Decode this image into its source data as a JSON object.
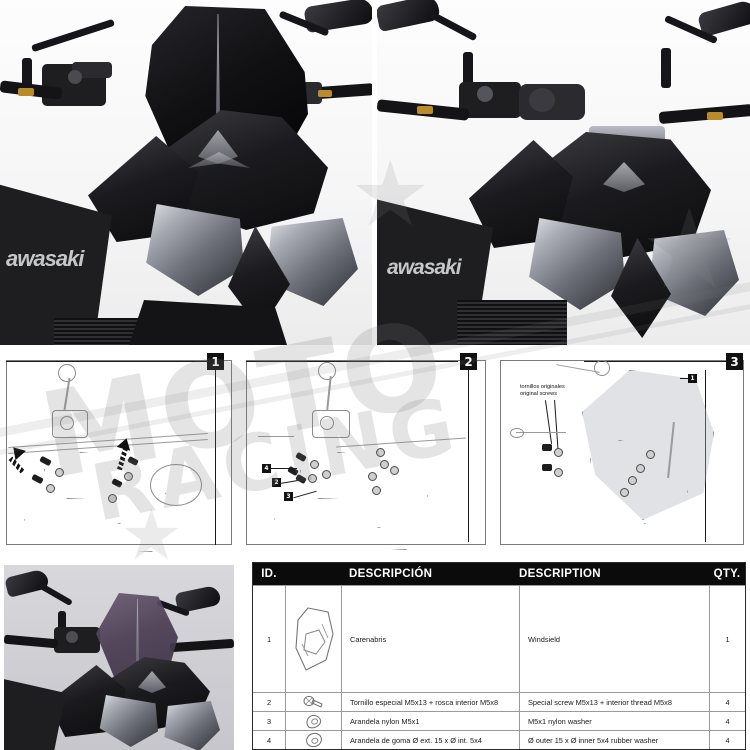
{
  "document": {
    "type": "motorcycle-accessory-installation-sheet",
    "watermark": {
      "line1": "MOTO",
      "line2": "RACING",
      "star_glyph": "★"
    }
  },
  "photos": [
    {
      "name": "front-view-with-windscreen",
      "position": "top-left",
      "brand_text": "awasaki",
      "alt": "Kawasaki Z800 front with black sport windscreen fitted"
    },
    {
      "name": "front-view-without-windscreen",
      "position": "top-right",
      "brand_text": "awasaki",
      "alt": "Kawasaki Z800 front in stock condition without windscreen"
    },
    {
      "name": "front-view-tinted-windscreen",
      "position": "bottom-left",
      "brand_text": "",
      "alt": "Kawasaki Z800 front with smoke tinted windscreen fitted"
    }
  ],
  "steps": [
    {
      "badge": "1",
      "name": "step-1-remove-original-screws",
      "callouts": [],
      "labels": []
    },
    {
      "badge": "2",
      "name": "step-2-fit-hardware",
      "callouts": [
        "4",
        "2",
        "3"
      ],
      "labels": []
    },
    {
      "badge": "3",
      "name": "step-3-mount-windscreen",
      "callouts": [
        "1"
      ],
      "labels": [
        {
          "es": "tornillos originales",
          "en": "original screws"
        }
      ]
    }
  ],
  "parts_table": {
    "headers": {
      "id": "ID.",
      "icon": "",
      "description_es": "DESCRIPCIÓN",
      "description_en": "DESCRIPTION",
      "qty": "QTY."
    },
    "rows": [
      {
        "id": "1",
        "icon": "windshield-icon",
        "description_es": "Carenabris",
        "description_en": "Windsield",
        "qty": "1"
      },
      {
        "id": "2",
        "icon": "screw-icon",
        "description_es": "Tornillo especial M5x13 + rosca interior M5x8",
        "description_en": "Special screw M5x13 + interior thread M5x8",
        "qty": "4"
      },
      {
        "id": "3",
        "icon": "nylon-washer-icon",
        "description_es": "Arandela nylon M5x1",
        "description_en": "M5x1 nylon washer",
        "qty": "4"
      },
      {
        "id": "4",
        "icon": "rubber-washer-icon",
        "description_es": "Arandela de goma Ø ext. 15 x Ø int. 5x4",
        "description_en": "Ø outer 15 x Ø inner 5x4 rubber washer",
        "qty": "4"
      }
    ]
  },
  "colors": {
    "header_bg": "#0b0b0b",
    "header_text": "#ffffff",
    "grid_line": "#9a9a9a",
    "body_text": "#1a1a1a",
    "line_art": "#8d8d8d",
    "tint_screen": "#4b3d53"
  }
}
